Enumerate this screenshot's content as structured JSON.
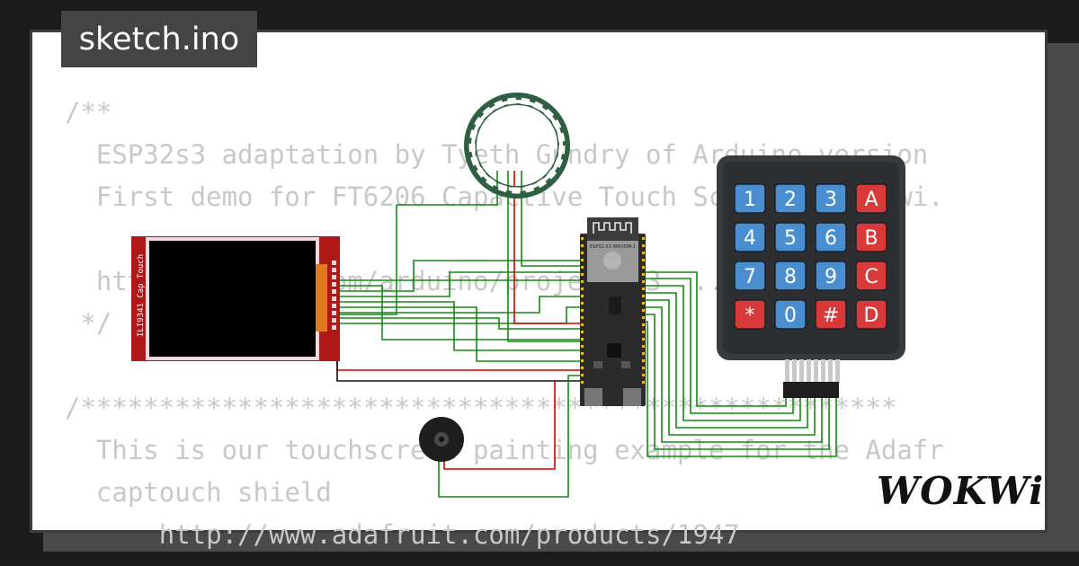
{
  "sketch": {
    "filename": "sketch.ino"
  },
  "code_lines": [
    "/**",
    "  ESP32s3 adaptation by Tyeth Gundry of Arduino version",
    "  First demo for FT6206 Capactive Touch Screen on Wokwi.",
    "",
    "  https://wokwi.com/arduino/projects/3  ...  830720",
    " */",
    "",
    "/****************************************************",
    "  This is our touchscreen painting example for the Adafr",
    "  captouch shield",
    "      http://www.adafruit.com/products/1947"
  ],
  "display": {
    "label": "ILI9341 Cap Touch"
  },
  "board": {
    "label": "ESP32-S3 WROOM-1"
  },
  "keypad": {
    "keys": [
      [
        "1",
        "2",
        "3",
        "A"
      ],
      [
        "4",
        "5",
        "6",
        "B"
      ],
      [
        "7",
        "8",
        "9",
        "C"
      ],
      [
        "*",
        "0",
        "#",
        "D"
      ]
    ],
    "colors": {
      "digit": "#4a8ed2",
      "letter": "#d83a3a",
      "body": "#373a3e"
    }
  },
  "brand": {
    "logo": "WOKWi"
  },
  "colors": {
    "wire_green": "#138a13",
    "wire_red": "#d40000",
    "wire_black": "#111111",
    "ring": "#2e5f41"
  }
}
